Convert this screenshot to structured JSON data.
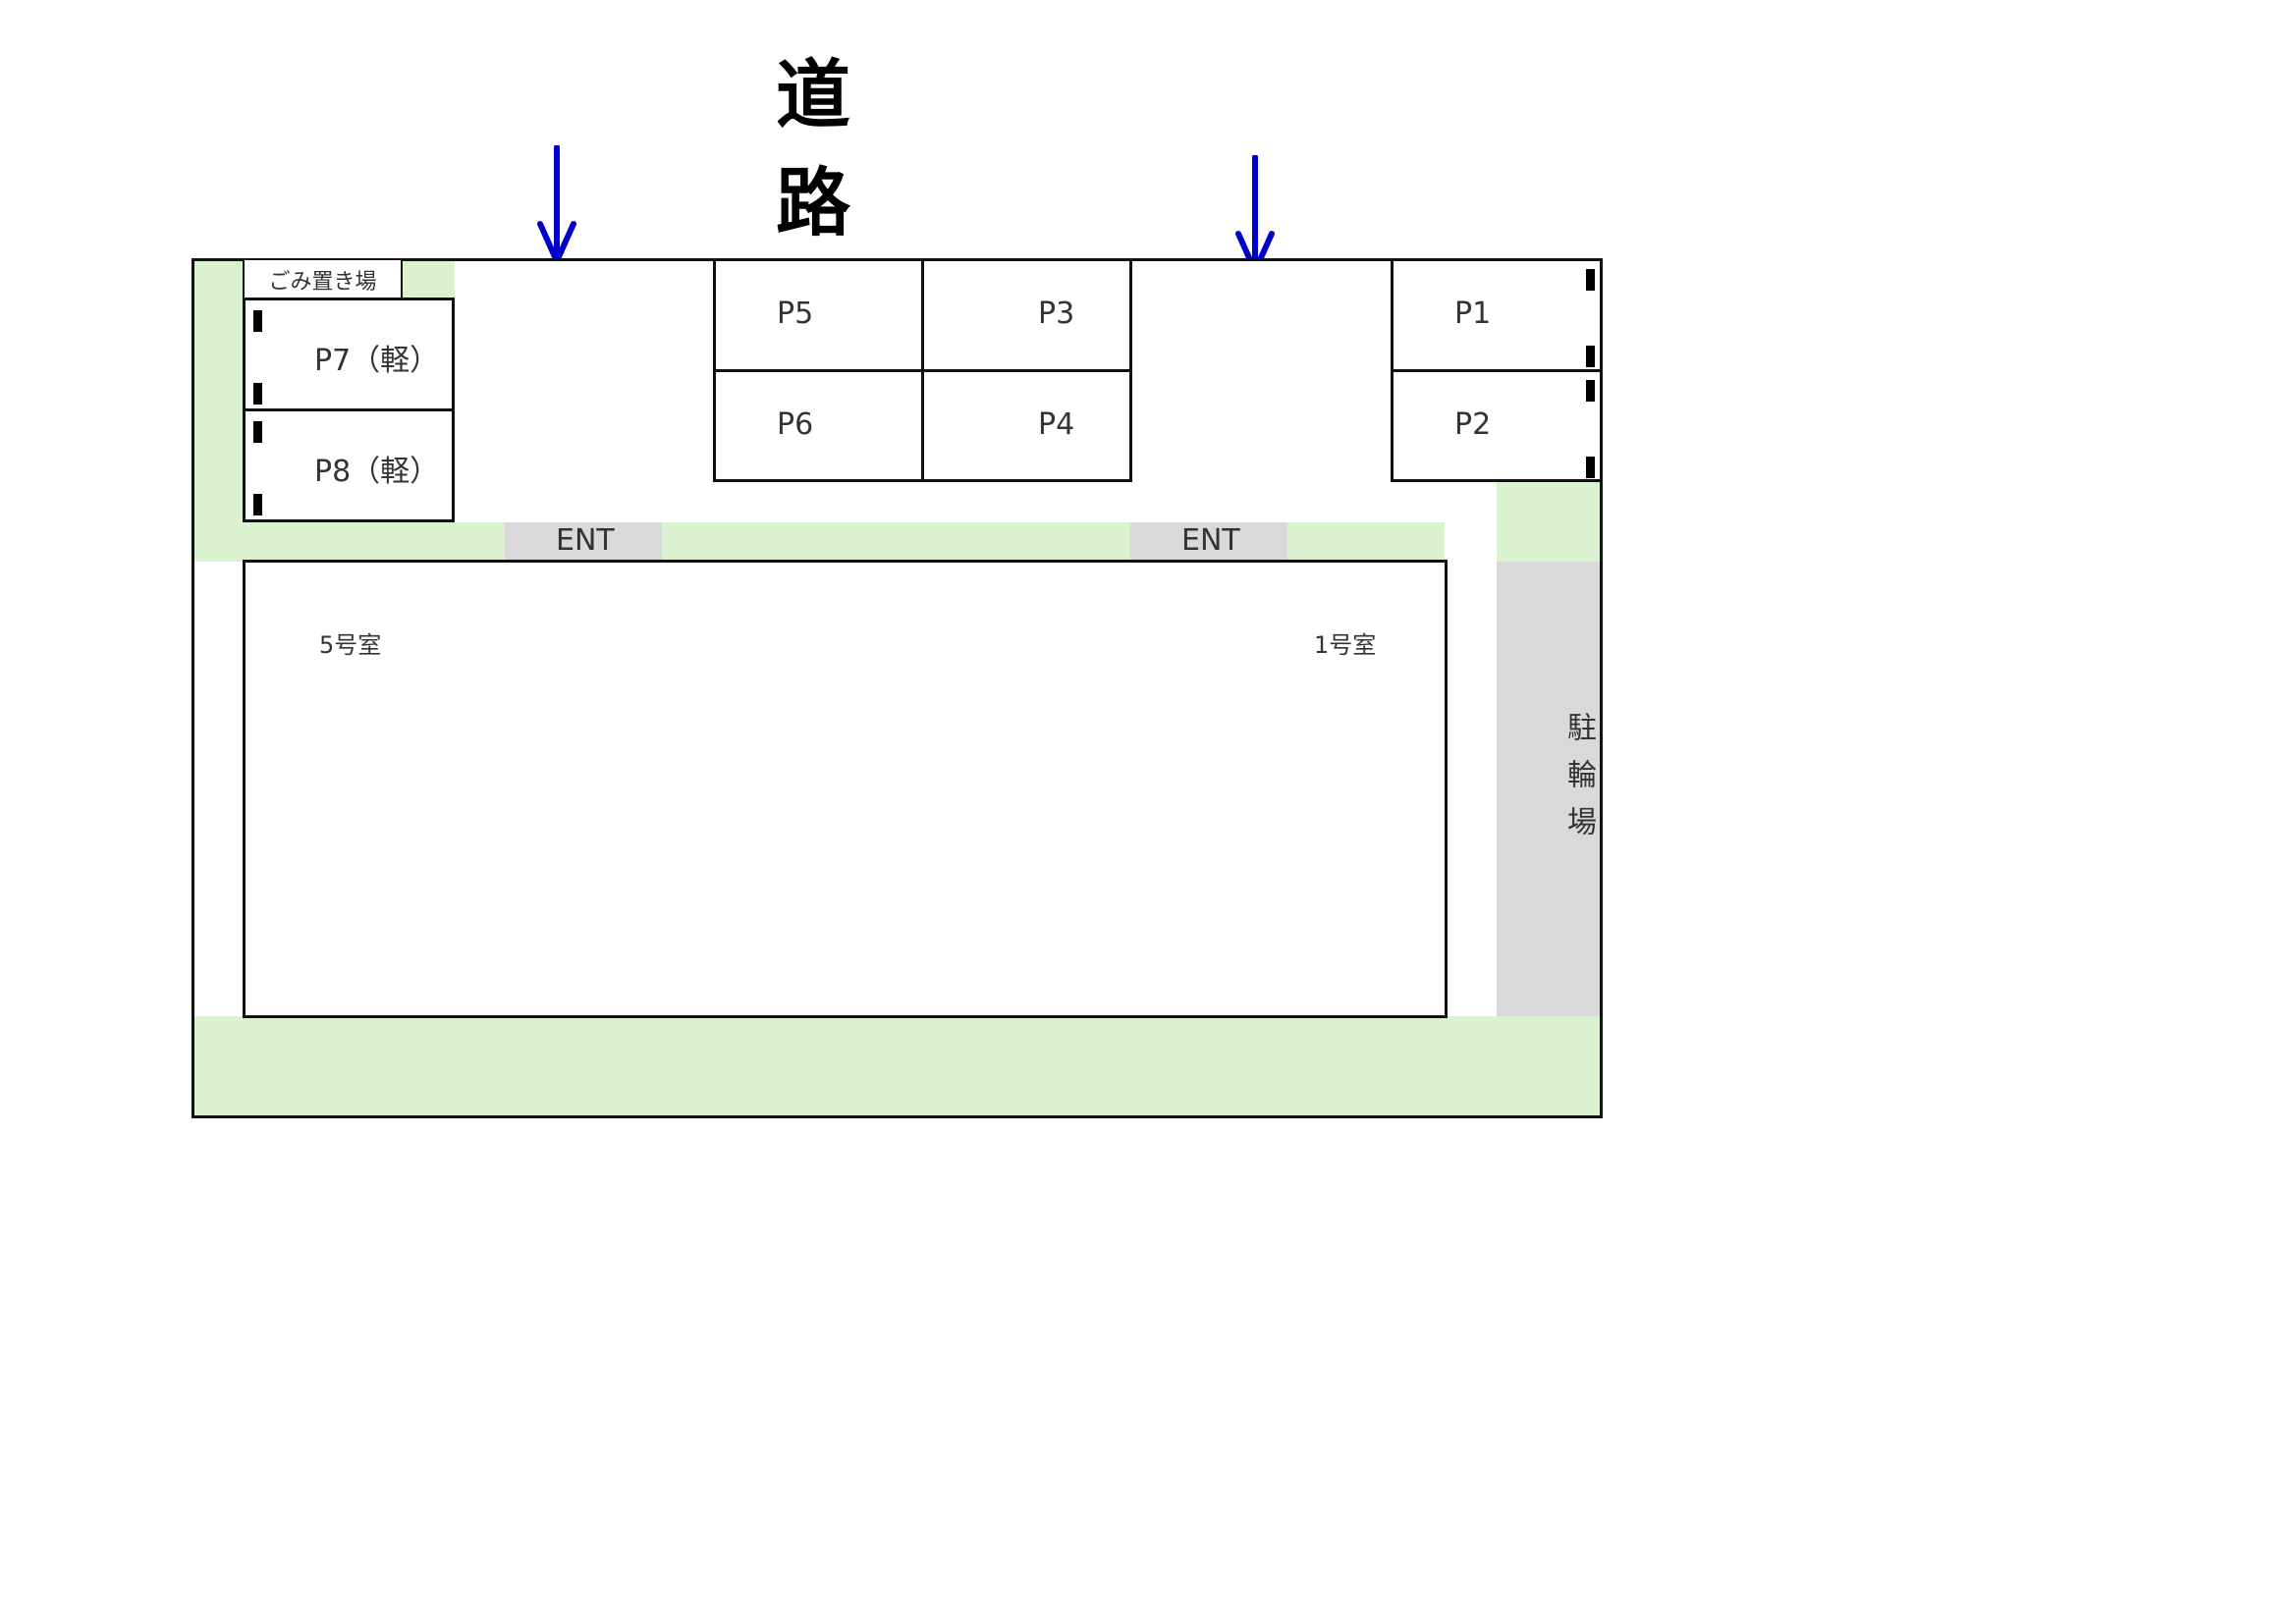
{
  "road": {
    "label": "道 路",
    "arrow_color": "#0000cc"
  },
  "trash_area": {
    "label": "ごみ置き場"
  },
  "parking": [
    {
      "id": "P1",
      "label": "P1"
    },
    {
      "id": "P2",
      "label": "P2"
    },
    {
      "id": "P3",
      "label": "P3"
    },
    {
      "id": "P4",
      "label": "P4"
    },
    {
      "id": "P5",
      "label": "P5"
    },
    {
      "id": "P6",
      "label": "P6"
    },
    {
      "id": "P7",
      "label": "P7（軽）"
    },
    {
      "id": "P8",
      "label": "P8（軽）"
    }
  ],
  "entrances": [
    {
      "label": "ENT"
    },
    {
      "label": "ENT"
    }
  ],
  "building": {
    "rooms": [
      {
        "label": "5号室"
      },
      {
        "label": "1号室"
      }
    ]
  },
  "bicycle_parking": {
    "label": "駐輪場"
  },
  "colors": {
    "green_area": "#daf2d0",
    "gray_area": "#d9d9d9",
    "outline": "#111111"
  }
}
